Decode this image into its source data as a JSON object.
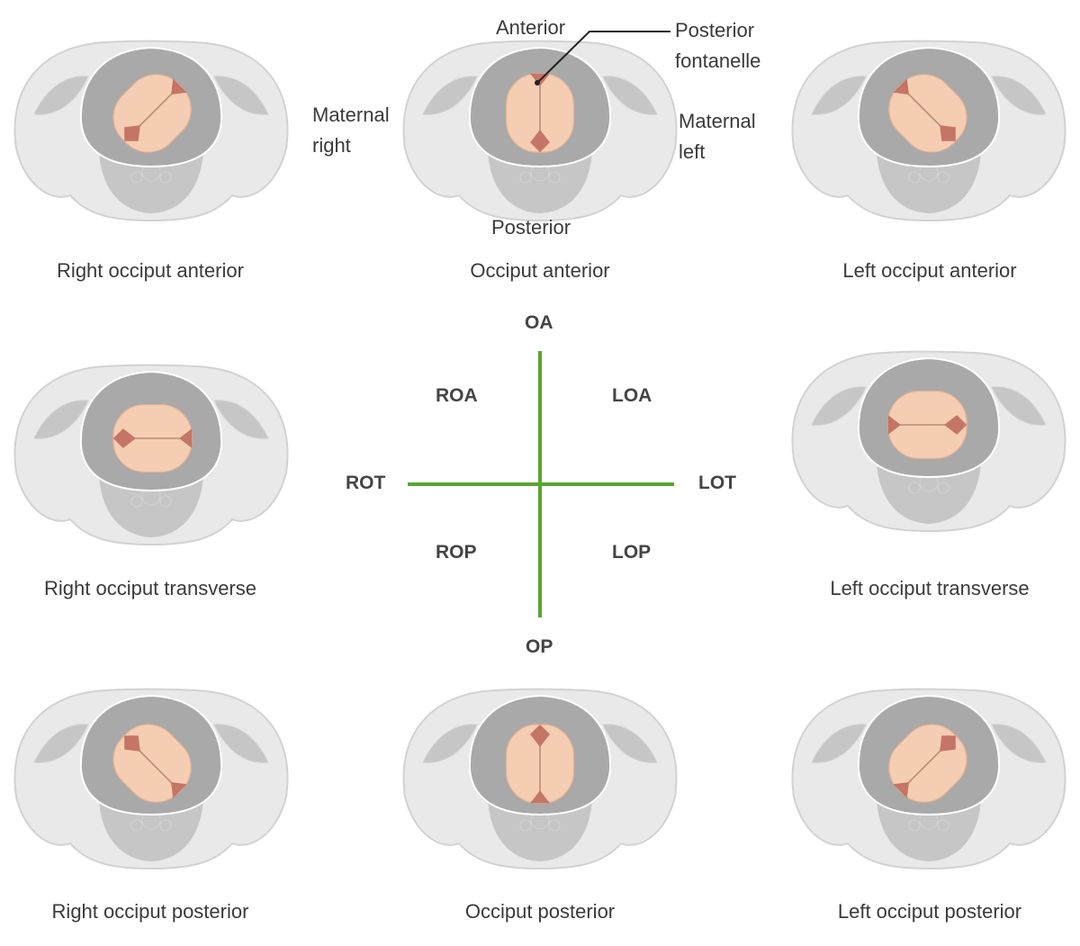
{
  "positions": [
    {
      "id": "roa",
      "caption": "Right occiput anterior",
      "head_rotation_deg": 45
    },
    {
      "id": "oa",
      "caption": "Occiput anterior",
      "head_rotation_deg": 0
    },
    {
      "id": "loa",
      "caption": "Left occiput anterior",
      "head_rotation_deg": -45
    },
    {
      "id": "rot",
      "caption": "Right occiput transverse",
      "head_rotation_deg": 90
    },
    {
      "id": "lot",
      "caption": "Left occiput transverse",
      "head_rotation_deg": -90
    },
    {
      "id": "rop",
      "caption": "Right occiput posterior",
      "head_rotation_deg": 135
    },
    {
      "id": "op",
      "caption": "Occiput posterior",
      "head_rotation_deg": 180
    },
    {
      "id": "lop",
      "caption": "Left occiput posterior",
      "head_rotation_deg": -135
    }
  ],
  "annotations": {
    "anterior": "Anterior",
    "posterior": "Posterior",
    "posterior_fontanelle_line1": "Posterior",
    "posterior_fontanelle_line2": "fontanelle",
    "maternal_right_line1": "Maternal",
    "maternal_right_line2": "right",
    "maternal_left_line1": "Maternal",
    "maternal_left_line2": "left"
  },
  "compass": {
    "labels": {
      "oa": "OA",
      "op": "OP",
      "rot": "ROT",
      "lot": "LOT",
      "roa": "ROA",
      "loa": "LOA",
      "rop": "ROP",
      "lop": "LOP"
    },
    "axis_color": "#5aa532"
  },
  "colors": {
    "bone": "#e9e9e9",
    "bone_outline": "#d2d2d2",
    "bone_shadow": "#c6c6c6",
    "pelvic_cavity": "#a9a9a9",
    "fetal_head": "#f5cdb3",
    "fontanelle": "#c47566",
    "suture": "#b98a79",
    "text": "#3a3a3a"
  }
}
